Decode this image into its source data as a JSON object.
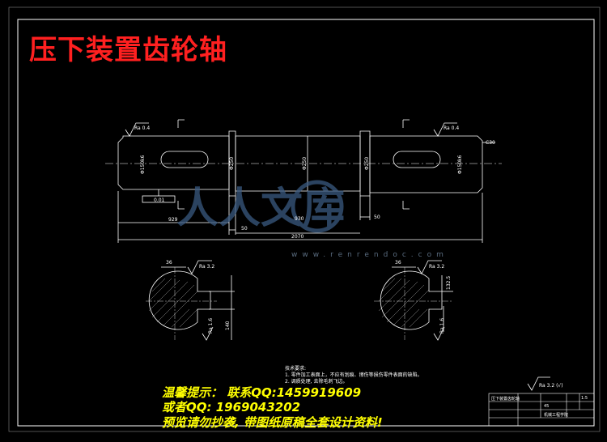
{
  "drawing": {
    "title": "压下装置齿轮轴",
    "roughness": {
      "left_top": "Ra 0.4",
      "right_top": "Ra 0.4",
      "section_left": "Ra 3.2",
      "section_right": "Ra 3.2",
      "section_left_key": "Ra 1.6",
      "section_right_key": "Ra 1.6",
      "general": "Ra 3.2 (√)"
    },
    "dimensions": {
      "total_length": "2070",
      "segment_left": "929",
      "segment_mid": "930",
      "shoulder_1": "50",
      "shoulder_2": "50",
      "chamfer": "C30",
      "tol_left": "0.01",
      "dia_left": "Φ150k6",
      "dia_right": "Φ150k6",
      "dia_mid_1": "Φ250",
      "dia_mid_2": "Φ250",
      "dia_mid_3": "Φ250",
      "sec_left_width": "36",
      "sec_right_width": "36",
      "sec_left_depth": "140",
      "sec_right_depth": "132.5"
    }
  },
  "notes": {
    "heading": "技术要求:",
    "lines": [
      "1. 零件加工表面上，不应有划痕、擦伤等损伤零件表面的缺陷。",
      "2. 调质处理, 去除毛刺飞边。"
    ]
  },
  "title_block": {
    "part_name": "压下装置齿轮轴",
    "material": "45",
    "scale": "1:5",
    "school": "机械工程学院"
  },
  "watermark": {
    "logo": "人人文库",
    "url": "www.renrendoc.com"
  },
  "promo": {
    "line1": "温馨提示： 联系QQ:1459919609",
    "line2": "或者QQ: 1969043202",
    "line3": "预览请勿抄袭, 带图纸原稿全套设计资料!"
  },
  "colors": {
    "background": "#000000",
    "title": "#ff2020",
    "lines": "#ffffff",
    "promo": "#ffff00",
    "watermark": "#3a5a80"
  }
}
